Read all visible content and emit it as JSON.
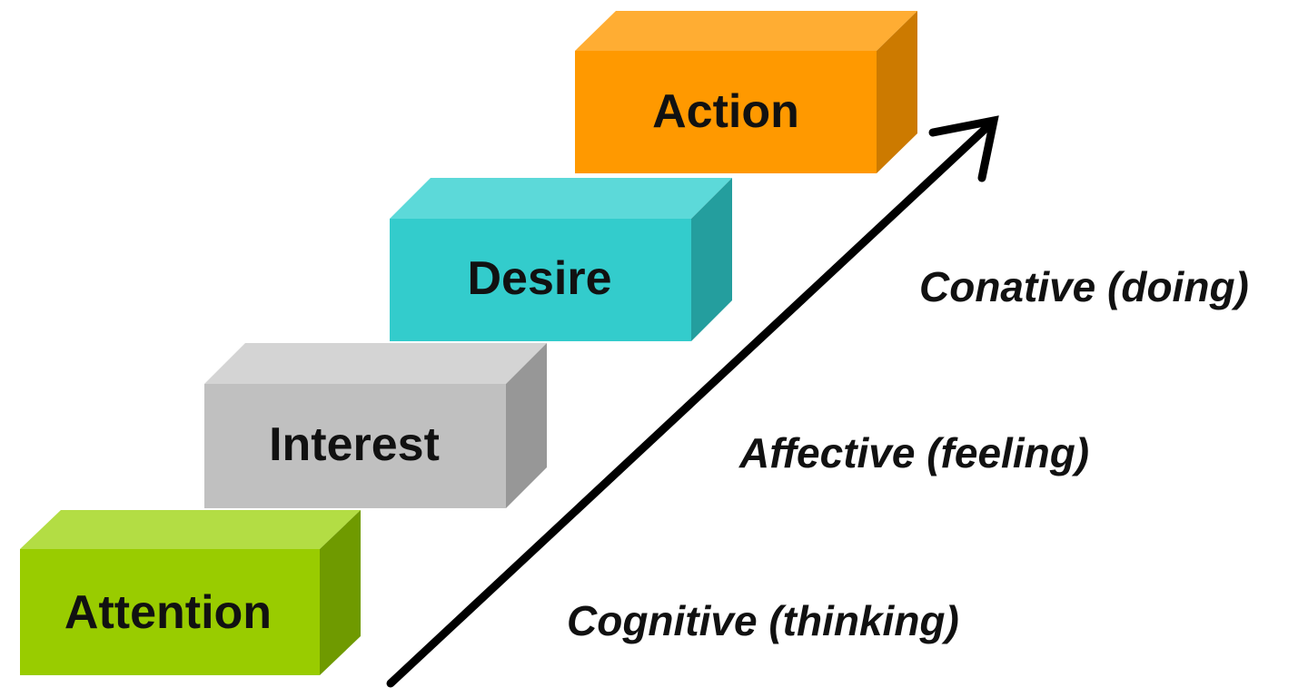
{
  "steps": [
    {
      "label": "Attention",
      "colors": {
        "front": "#99cc00",
        "top": "#b3dd44",
        "side": "#6f9a00"
      }
    },
    {
      "label": "Interest",
      "colors": {
        "front": "#c0c0c0",
        "top": "#d4d4d4",
        "side": "#979797"
      }
    },
    {
      "label": "Desire",
      "colors": {
        "front": "#33cccc",
        "top": "#5cd9d9",
        "side": "#249e9e"
      }
    },
    {
      "label": "Action",
      "colors": {
        "front": "#ff9900",
        "top": "#ffad33",
        "side": "#cc7a00"
      }
    }
  ],
  "stages": [
    {
      "label": "Cognitive (thinking)"
    },
    {
      "label": "Affective (feeling)"
    },
    {
      "label": "Conative (doing)"
    }
  ],
  "arrow": {
    "color": "#000000",
    "icon": "up-right-arrow-icon"
  }
}
